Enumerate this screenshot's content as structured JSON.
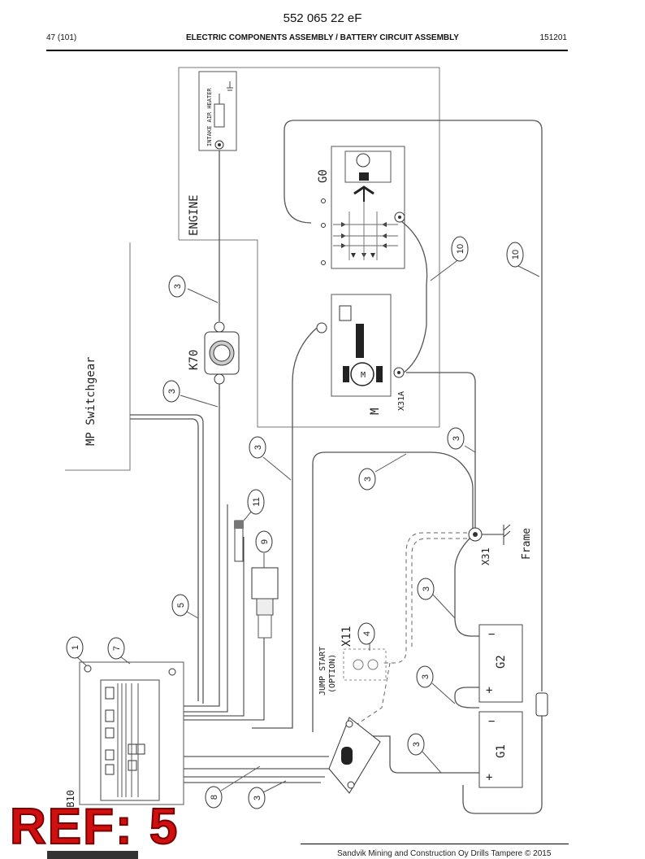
{
  "header": {
    "doc_number": "552 065 22 eF",
    "page_ref": "47 (101)",
    "title": "ELECTRIC COMPONENTS ASSEMBLY / BATTERY CIRCUIT ASSEMBLY",
    "date_code": "151201"
  },
  "diagram": {
    "areas": {
      "engine": "ENGINE",
      "mp_switchgear": "MP Switchgear",
      "frame": "Frame"
    },
    "components": {
      "intake_air_heater": "INTAKE AIR HEATER",
      "alternator": "G0",
      "relay": "K70",
      "starter_motor": "M",
      "motor_symbol": "M",
      "starter_terminal": "X31A",
      "ground_point": "X31",
      "jump_start": "X11",
      "jump_start_label": "JUMP START",
      "jump_start_option": "(OPTION)",
      "battery_1": "G1",
      "battery_2": "G2",
      "switch_box": "UB10",
      "plus": "+",
      "minus": "−"
    },
    "callouts": [
      "3",
      "10",
      "10",
      "3",
      "3",
      "3",
      "3",
      "11",
      "9",
      "5",
      "1",
      "7",
      "4",
      "3",
      "3",
      "3",
      "8",
      "3"
    ]
  },
  "footer": {
    "ref_badge": "REF: 5",
    "copyright": "Sandvik Mining and Construction Oy Drills Tampere © 2015"
  }
}
